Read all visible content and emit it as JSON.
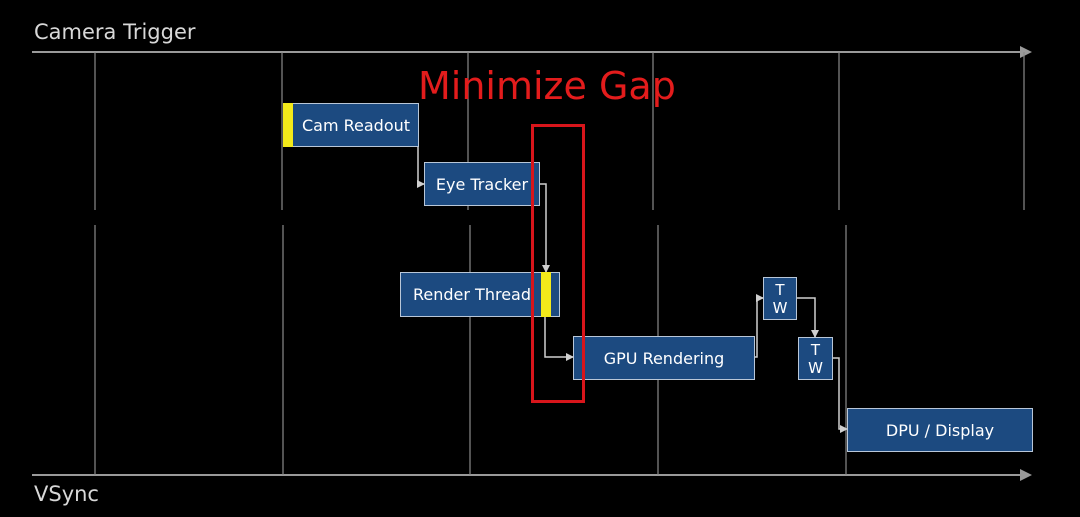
{
  "axes": {
    "top_label": "Camera Trigger",
    "bottom_label": "VSync"
  },
  "highlight": {
    "label": "Minimize Gap"
  },
  "blocks": {
    "cam_readout": "Cam Readout",
    "eye_tracker": "Eye Tracker",
    "render_thread": "Render Thread",
    "gpu_rendering": "GPU Rendering",
    "tw_1": [
      "T",
      "W"
    ],
    "tw_2": [
      "T",
      "W"
    ],
    "dpu_display": "DPU / Display"
  },
  "colors": {
    "background": "#000000",
    "block_fill": "#1c4a80",
    "block_border": "#b9c7d8",
    "marker": "#f3ea1a",
    "highlight": "#d8151b",
    "axis": "#9a9a9a"
  }
}
